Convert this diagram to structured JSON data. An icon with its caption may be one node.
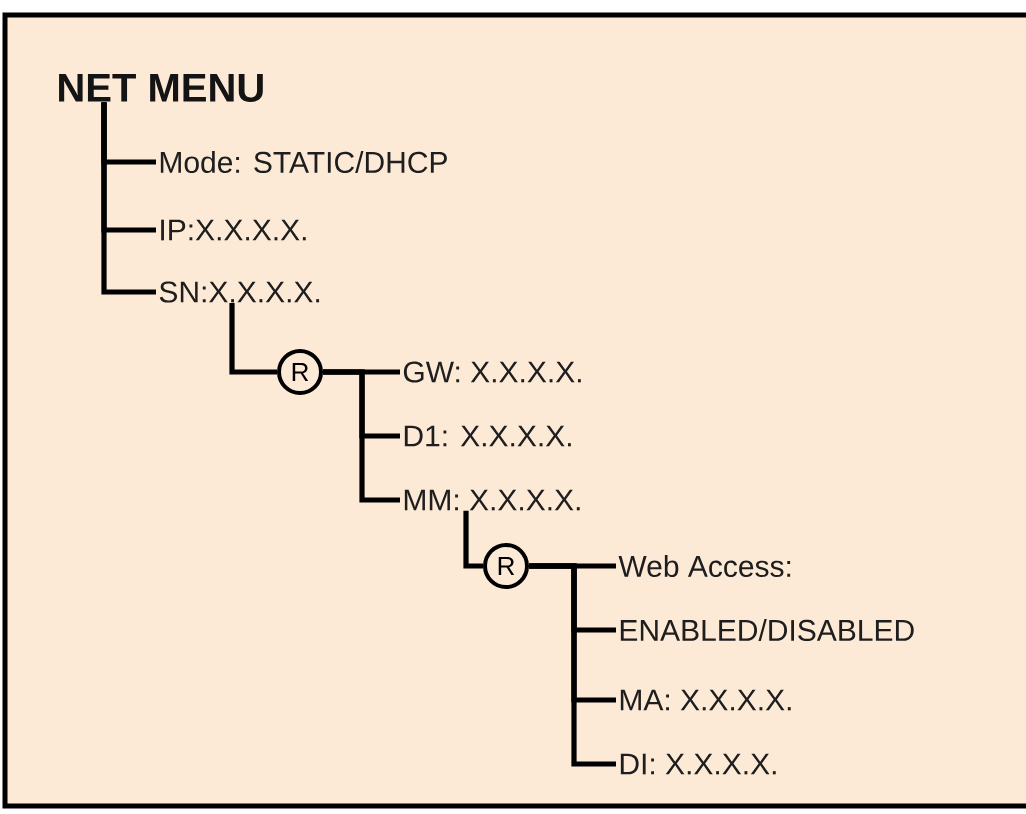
{
  "diagram": {
    "nodes": [
      {
        "text": [
          "NET MENU"
        ]
      },
      {
        "text": [
          "Mode: STATIC/DHCP"
        ]
      },
      {
        "text": [
          "IP:X.X.X.X."
        ]
      },
      {
        "text": [
          "SN:X.X.X.X."
        ]
      },
      {
        "text": [
          "R"
        ]
      },
      {
        "text": [
          "GW: X.X.X.X."
        ]
      },
      {
        "text": [
          "D1: X.X.X.X."
        ]
      },
      {
        "text": [
          "MM: X.X.X.X."
        ]
      },
      {
        "text": [
          "R"
        ]
      },
      {
        "text": [
          "Web Access:"
        ]
      },
      {
        "text": [
          "ENABLED/DISABLED"
        ]
      },
      {
        "text": [
          "MA: X.X.X.X."
        ]
      },
      {
        "text": [
          "DI: X.X.X.X."
        ]
      }
    ],
    "edges": [
      {
        "from": 0,
        "to": 1,
        "arrow": "none"
      },
      {
        "from": 0,
        "to": 2,
        "arrow": "none"
      },
      {
        "from": 0,
        "to": 3,
        "arrow": "none"
      },
      {
        "from": 3,
        "to": 4,
        "arrow": "none"
      },
      {
        "from": 4,
        "to": 5,
        "arrow": "none"
      },
      {
        "from": 4,
        "to": 6,
        "arrow": "none"
      },
      {
        "from": 4,
        "to": 7,
        "arrow": "none"
      },
      {
        "from": 7,
        "to": 8,
        "arrow": "none"
      },
      {
        "from": 8,
        "to": 9,
        "arrow": "none"
      },
      {
        "from": 8,
        "to": 10,
        "arrow": "none"
      },
      {
        "from": 8,
        "to": 11,
        "arrow": "none"
      },
      {
        "from": 8,
        "to": 12,
        "arrow": "none"
      }
    ]
  }
}
